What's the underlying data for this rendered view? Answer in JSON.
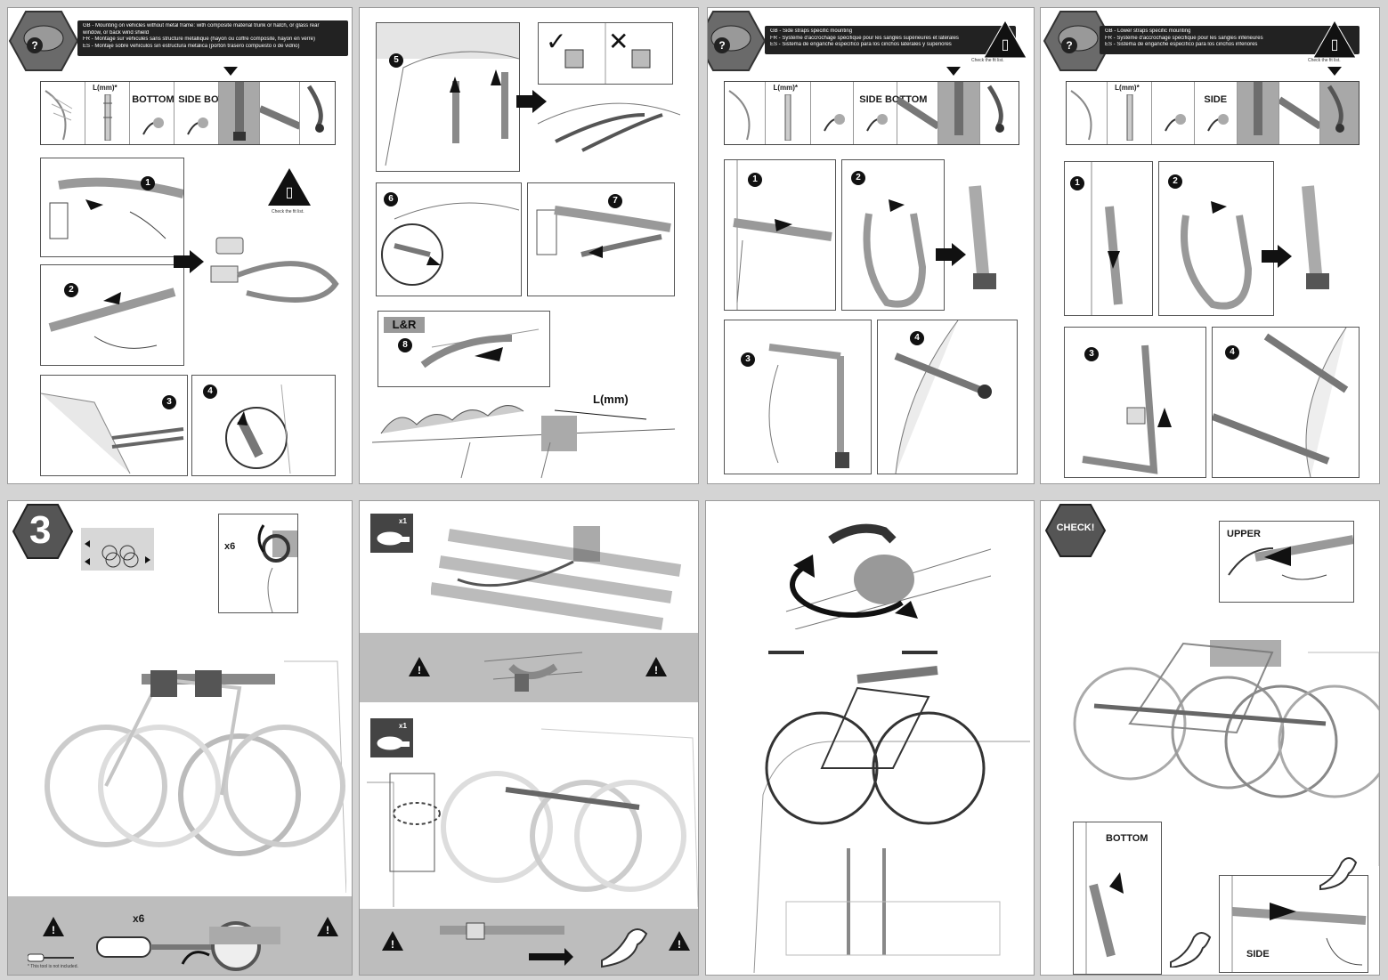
{
  "panels": {
    "p1": {
      "lines": [
        "GB - Mounting on vehicles without metal frame: with composite material trunk or hatch, or glass rear",
        "        window, or back wind shield",
        "FR - Montage sur véhicules sans structure métallique (hayon ou coffre composite, hayon en verre)",
        "ES - Montaje sobre vehículos sin estructura metálica (portón trasero compuesto o de vidrio)"
      ],
      "lmm": "L(mm)*",
      "bottom": "BOTTOM",
      "side_bottom": "SIDE BOTTOM",
      "check_fit": "Check the fit list.",
      "steps": [
        "1",
        "2",
        "3",
        "4"
      ]
    },
    "p2": {
      "steps": [
        "5",
        "6",
        "7",
        "8"
      ],
      "lr": "L&R",
      "lmm": "L(mm)"
    },
    "p3": {
      "lines": [
        "GB - Side straps specific mounting",
        "FR - Système d'accrochage spécifique pour les sangles supérieures et latérales",
        "ES - Sistema de enganche específico para los cinchos laterales y superiores"
      ],
      "lmm": "L(mm)*",
      "side_bottom": "SIDE BOTTOM",
      "check_fit": "Check the fit list.",
      "steps": [
        "1",
        "2",
        "3",
        "4"
      ]
    },
    "p4": {
      "lines": [
        "GB - Lower straps specific mounting",
        "FR - Système d'accrochage spécifique pour les sangles inférieures",
        "ES - Sistema de enganche específico para los cinchos inferiores"
      ],
      "lmm": "L(mm)*",
      "side": "SIDE",
      "check_fit": "Check the fit list.",
      "steps": [
        "1",
        "2",
        "3",
        "4"
      ]
    },
    "p5": {
      "badge": "3",
      "x6_top": "x6",
      "x6_bottom": "x6",
      "tool_note": "* This tool is not included."
    },
    "p6": {
      "x1_a": "x1",
      "x1_b": "x1"
    },
    "p8": {
      "badge": "CHECK!",
      "upper": "UPPER",
      "bottom": "BOTTOM",
      "side": "SIDE"
    }
  },
  "colors": {
    "page_bg": "#d4d4d4",
    "panel_bg": "#ffffff",
    "strap": "#8a8a8a",
    "dark": "#222222",
    "hex": "#555555"
  }
}
